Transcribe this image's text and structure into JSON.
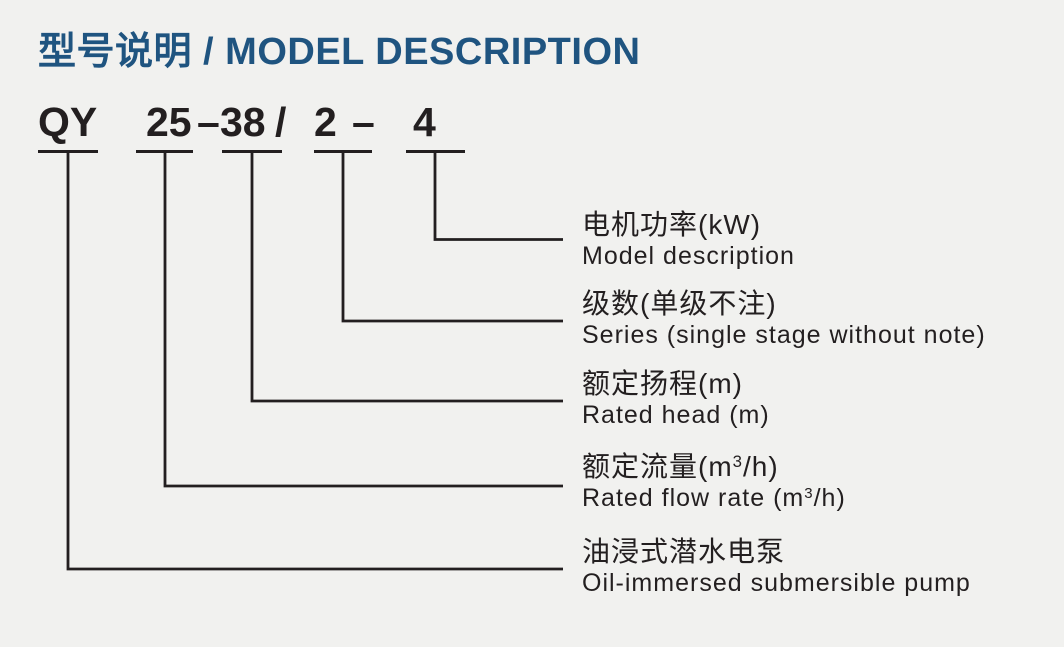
{
  "title": "型号说明 / MODEL DESCRIPTION",
  "colors": {
    "title_blue": "#1f5480",
    "ink_black": "#231f20",
    "background": "#f1f1ef"
  },
  "model_code": {
    "full": "QY 25-38/2-4",
    "segments": [
      "QY",
      "25",
      "–",
      "38",
      "/",
      "2",
      "–",
      "4"
    ]
  },
  "labels": [
    {
      "code_part": "4",
      "cn": "电机功率(kW)",
      "en": "Model description"
    },
    {
      "code_part": "2",
      "cn": "级数(单级不注)",
      "en": "Series (single stage without note)"
    },
    {
      "code_part": "38",
      "cn": "额定扬程(m)",
      "en": "Rated head (m)"
    },
    {
      "code_part": "25",
      "cn_pre": "额定流量(m",
      "cn_sup": "3",
      "cn_post": "/h)",
      "en_pre": "Rated flow rate (m",
      "en_sup": "3",
      "en_post": "/h)"
    },
    {
      "code_part": "QY",
      "cn": "油浸式潜水电泵",
      "en": "Oil-immersed submersible pump"
    }
  ]
}
